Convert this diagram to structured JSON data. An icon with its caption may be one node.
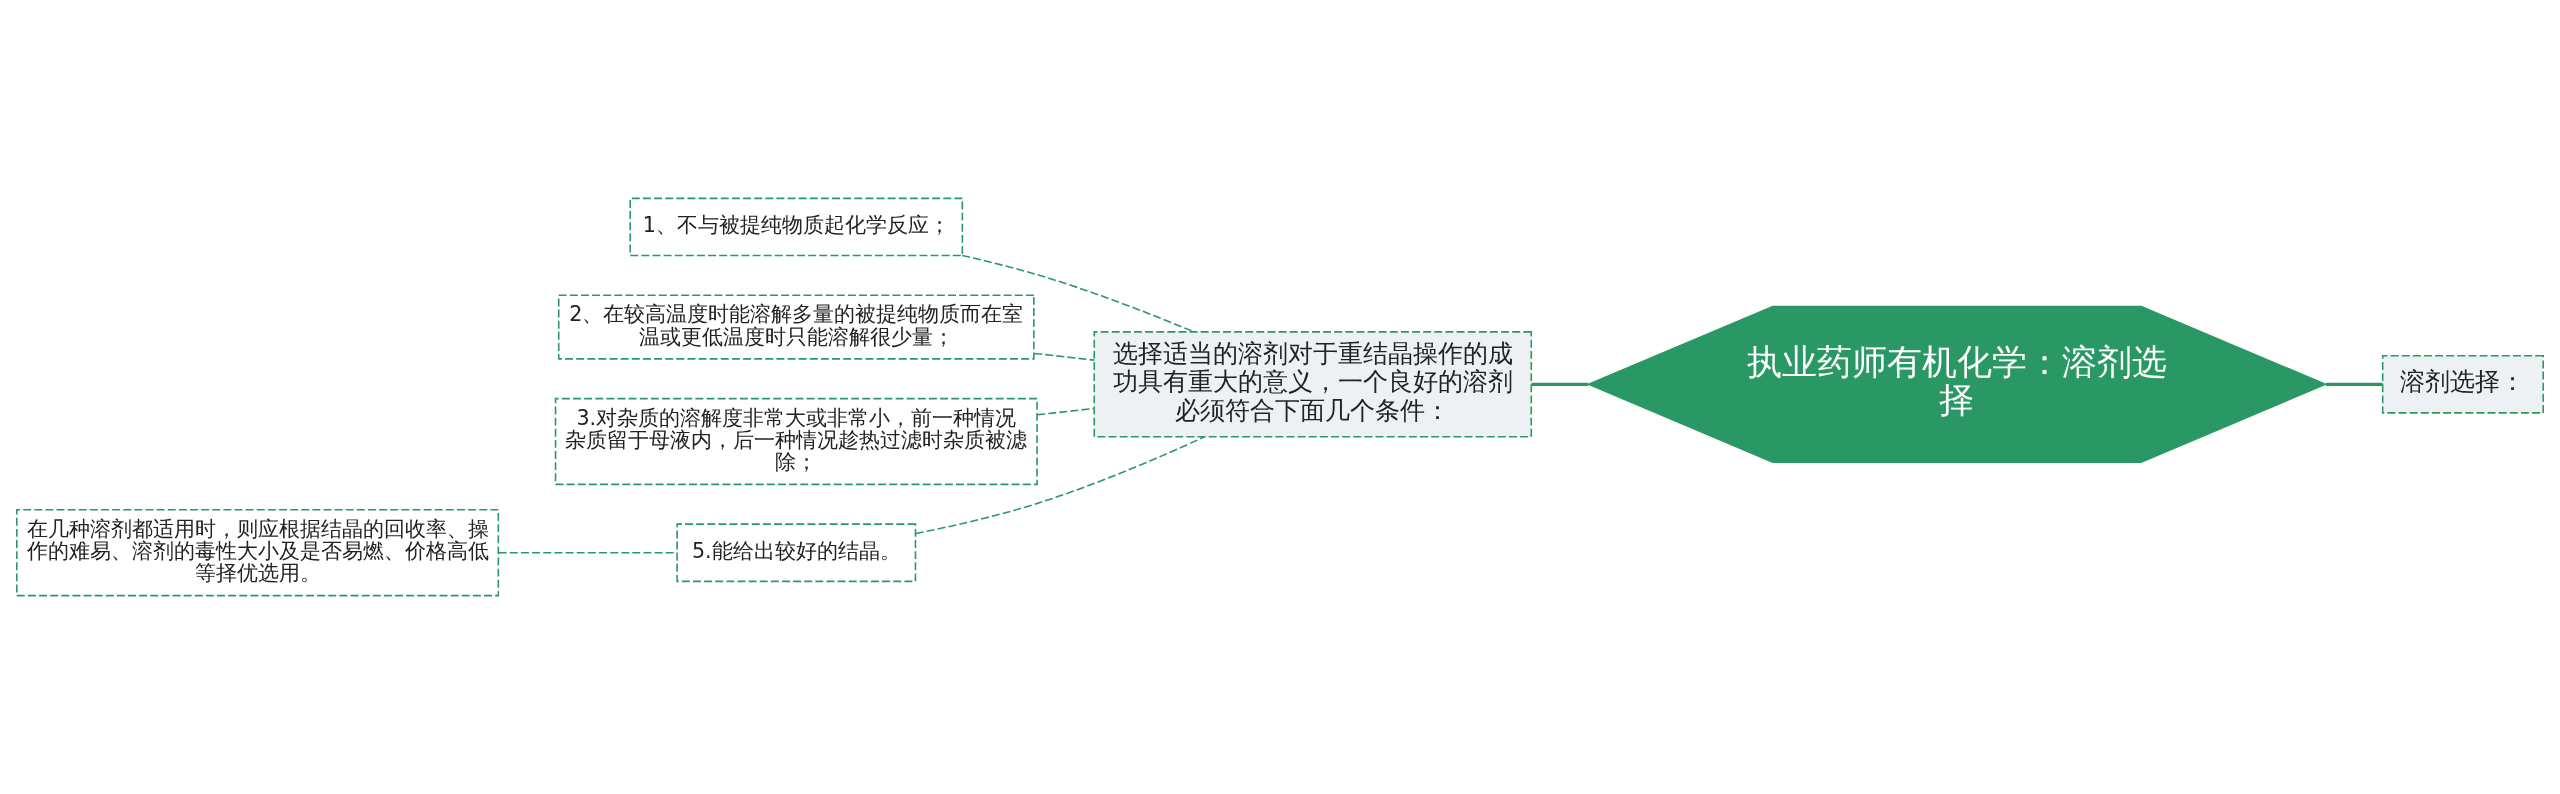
{
  "diagram": {
    "nodes": [
      {
        "text": [
          "执业药师有机化学：溶剂选择"
        ]
      },
      {
        "text": [
          "溶剂选择："
        ]
      },
      {
        "text": [
          "选择适当的溶剂对于重结晶操作的成功具有重大的意义，一个良好的溶剂必须符合下面几个条件："
        ]
      },
      {
        "text": [
          "1、不与被提纯物质起化学反应；"
        ]
      },
      {
        "text": [
          "2、在较高温度时能溶解多量的被提纯物质而在室温或更低温度时只能溶解很少量；"
        ]
      },
      {
        "text": [
          "3.对杂质的溶解度非常大或非常小，前一种情况杂质留于母液内，后一种情况趁热过滤时杂质被滤除；"
        ]
      },
      {
        "text": [
          "5.能给出较好的结晶。"
        ]
      },
      {
        "text": [
          "在几种溶剂都适用时，则应根据结晶的回收率、操作的难易、溶剂的毒性大小及是否易燃、价格高低等择优选用。"
        ]
      }
    ],
    "edges": [
      {
        "from": 0,
        "to": 1,
        "arrow": "none"
      },
      {
        "from": 0,
        "to": 2,
        "arrow": "none"
      },
      {
        "from": 2,
        "to": 3,
        "arrow": "none",
        "style": "dashed"
      },
      {
        "from": 2,
        "to": 4,
        "arrow": "none",
        "style": "dashed"
      },
      {
        "from": 2,
        "to": 5,
        "arrow": "none",
        "style": "dashed"
      },
      {
        "from": 2,
        "to": 6,
        "arrow": "none",
        "style": "dashed"
      },
      {
        "from": 6,
        "to": 7,
        "arrow": "none",
        "style": "dashed"
      }
    ]
  }
}
